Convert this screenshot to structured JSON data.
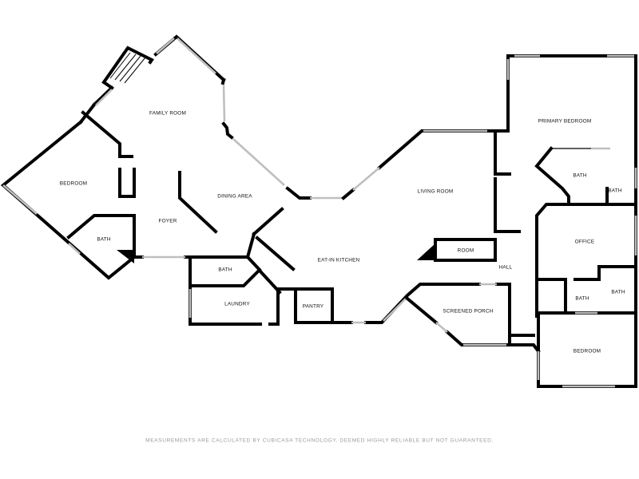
{
  "rooms": {
    "family_room": "FAMILY ROOM",
    "bedroom_west": "BEDROOM",
    "dining_area": "DINING AREA",
    "foyer": "FOYER",
    "bath_west": "BATH",
    "living_room": "LIVING ROOM",
    "eat_in_kitchen": "EAT-IN KITCHEN",
    "bath_laundry": "BATH",
    "laundry": "LAUNDRY",
    "pantry": "PANTRY",
    "room": "ROOM",
    "hall": "HALL",
    "screened_porch": "SCREENED PORCH",
    "primary_bedroom": "PRIMARY BEDROOM",
    "bath_primary": "BATH",
    "bath_primary_small": "BATH",
    "office": "OFFICE",
    "bath_office_left": "BATH",
    "bath_office_right": "BATH",
    "bedroom_east": "BEDROOM"
  },
  "disclaimer": "MEASUREMENTS ARE CALCULATED BY CUBICASA TECHNOLOGY. DEEMED HIGHLY RELIABLE BUT NOT GUARANTEED.",
  "colors": {
    "wall": "#000000",
    "window": "#bfbfbf",
    "background": "#ffffff",
    "disclaimer": "#9a9a9a"
  }
}
